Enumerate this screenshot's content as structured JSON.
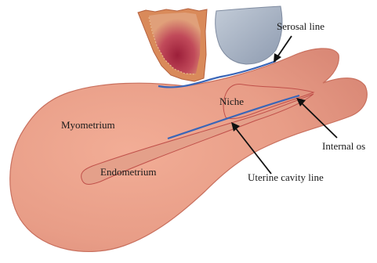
{
  "labels": {
    "serosal_line": "Serosal line",
    "niche": "Niche",
    "myometrium": "Myometrium",
    "internal_os": "Internal os",
    "endometrium": "Endometrium",
    "uterine_cavity_line": "Uterine cavity line"
  },
  "colors": {
    "uterus_fill": "#e59a85",
    "uterus_stroke": "#c9705e",
    "endometrium_stroke": "#c0504a",
    "guide_line": "#3a66b8",
    "bladder_fill": "#a7b3c4",
    "tissue_outer": "#d98a5a",
    "tissue_inner": "#a82a3e",
    "arrow": "#111111"
  }
}
